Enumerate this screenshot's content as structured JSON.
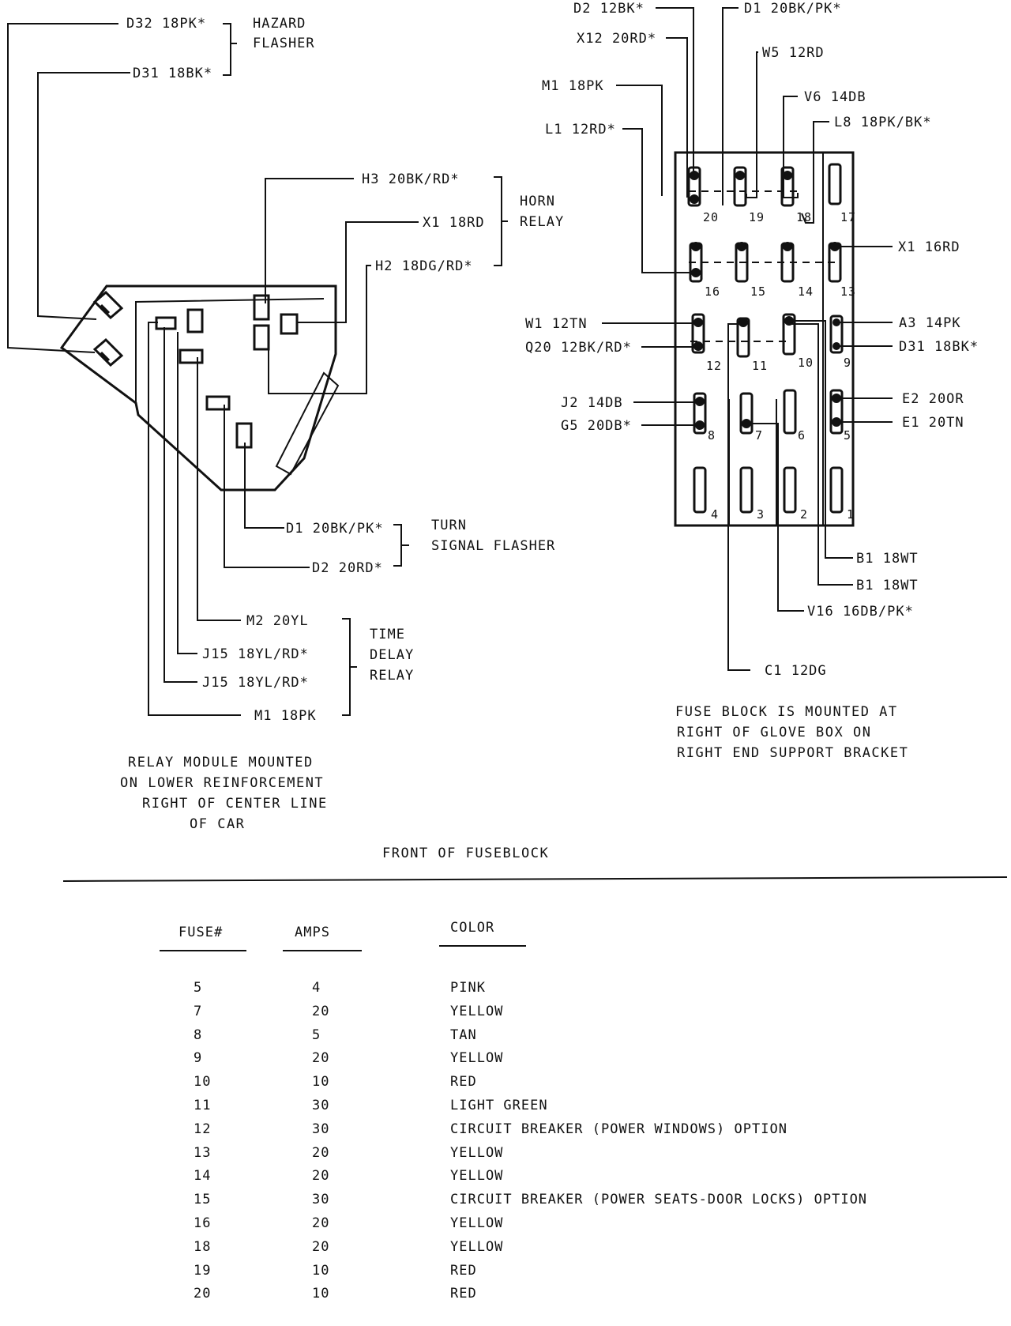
{
  "relay_module": {
    "hazard_flasher": {
      "label_line1": "HAZARD",
      "label_line2": "FLASHER",
      "wires": [
        "D32 18PK*",
        "D31 18BK*"
      ]
    },
    "horn_relay": {
      "label_line1": "HORN",
      "label_line2": "RELAY",
      "wires": [
        "H3 20BK/RD*",
        "X1 18RD",
        "H2 18DG/RD*"
      ]
    },
    "turn_signal_flasher": {
      "label_line1": "TURN",
      "label_line2": "SIGNAL FLASHER",
      "wires": [
        "D1 20BK/PK*",
        "D2 20RD*"
      ]
    },
    "time_delay_relay": {
      "label_line1": "TIME",
      "label_line2": "DELAY",
      "label_line3": "RELAY",
      "wires": [
        "M2 20YL",
        "J15 18YL/RD*",
        "J15 18YL/RD*",
        "M1 18PK"
      ]
    },
    "note": [
      "RELAY MODULE MOUNTED",
      "ON LOWER REINFORCEMENT",
      "RIGHT OF CENTER LINE",
      "OF CAR"
    ]
  },
  "fuse_block": {
    "top_wires": [
      "D2 12BK*",
      "D1 20BK/PK*",
      "X12 20RD*",
      "W5 12RD",
      "M1 18PK",
      "V6 14DB",
      "L1 12RD*",
      "L8 18PK/BK*"
    ],
    "left_wires": [
      "W1 12TN",
      "Q20 12BK/RD*",
      "J2 14DB",
      "G5 20DB*"
    ],
    "right_wires": [
      "X1 16RD",
      "A3 14PK",
      "D31 18BK*",
      "E2 20OR",
      "E1 20TN"
    ],
    "bottom_wires": [
      "B1 18WT",
      "B1 18WT",
      "V16 16DB/PK*",
      "C1 12DG"
    ],
    "fuse_numbers": [
      "20",
      "19",
      "18",
      "17",
      "16",
      "15",
      "14",
      "13",
      "12",
      "11",
      "10",
      "9",
      "8",
      "7",
      "6",
      "5",
      "4",
      "3",
      "2",
      "1"
    ],
    "note": [
      "FUSE BLOCK IS MOUNTED AT",
      "RIGHT OF GLOVE BOX ON",
      "RIGHT END SUPPORT BRACKET"
    ]
  },
  "front_label": "FRONT OF FUSEBLOCK",
  "fuse_table": {
    "headers": {
      "fuse": "FUSE#",
      "amps": "AMPS",
      "color": "COLOR"
    },
    "rows": [
      {
        "fuse": "5",
        "amps": "4",
        "color": "PINK"
      },
      {
        "fuse": "7",
        "amps": "20",
        "color": "YELLOW"
      },
      {
        "fuse": "8",
        "amps": "5",
        "color": "TAN"
      },
      {
        "fuse": "9",
        "amps": "20",
        "color": "YELLOW"
      },
      {
        "fuse": "10",
        "amps": "10",
        "color": "RED"
      },
      {
        "fuse": "11",
        "amps": "30",
        "color": "LIGHT GREEN"
      },
      {
        "fuse": "12",
        "amps": "30",
        "color": "CIRCUIT BREAKER (POWER WINDOWS) OPTION"
      },
      {
        "fuse": "13",
        "amps": "20",
        "color": "YELLOW"
      },
      {
        "fuse": "14",
        "amps": "20",
        "color": "YELLOW"
      },
      {
        "fuse": "15",
        "amps": "30",
        "color": "CIRCUIT BREAKER (POWER SEATS-DOOR LOCKS) OPTION"
      },
      {
        "fuse": "16",
        "amps": "20",
        "color": "YELLOW"
      },
      {
        "fuse": "18",
        "amps": "20",
        "color": "YELLOW"
      },
      {
        "fuse": "19",
        "amps": "10",
        "color": "RED"
      },
      {
        "fuse": "20",
        "amps": "10",
        "color": "RED"
      }
    ]
  }
}
